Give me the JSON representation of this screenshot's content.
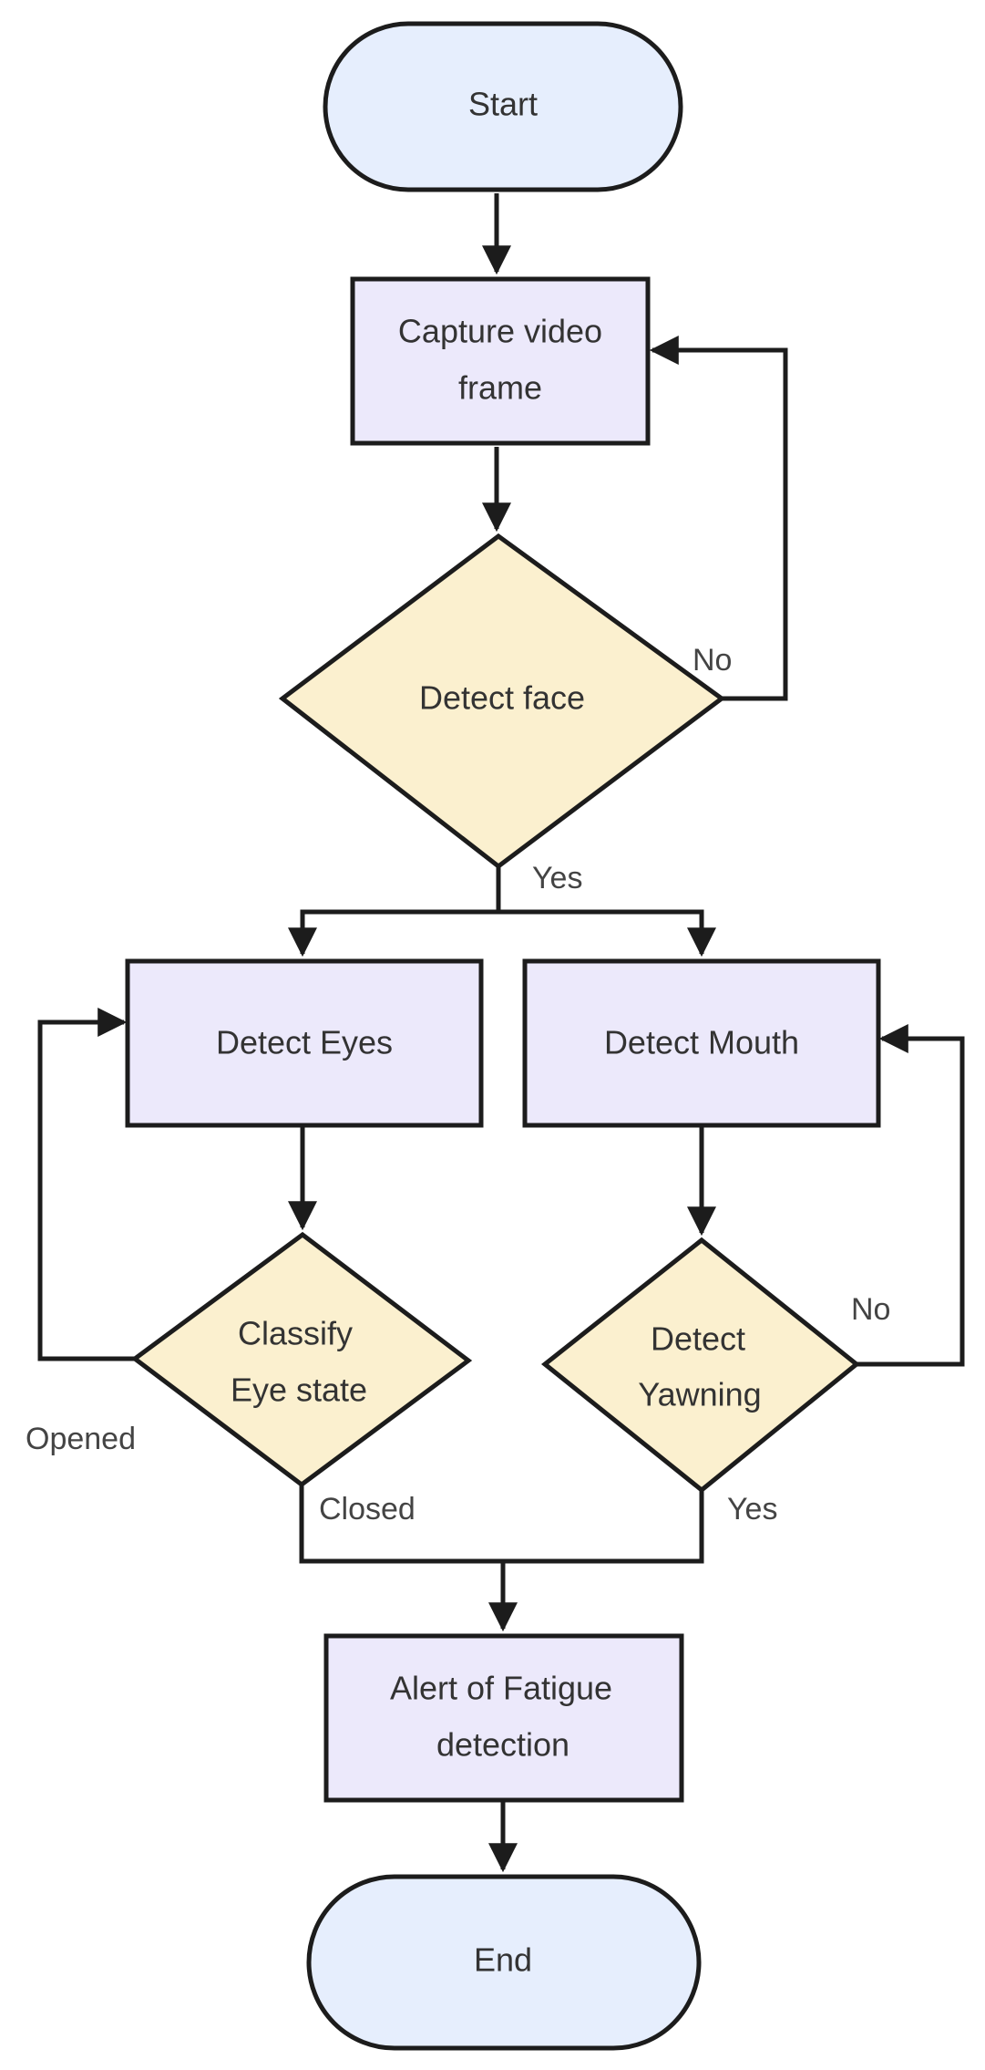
{
  "colors": {
    "terminal_fill": "#e6eefd",
    "process_fill": "#ece9fb",
    "decision_fill": "#fbf0cf",
    "stroke": "#1c1c1c",
    "text": "#333333"
  },
  "nodes": {
    "start": "Start",
    "capture": [
      "Capture video",
      "frame"
    ],
    "detect_face": "Detect face",
    "detect_eyes": "Detect Eyes",
    "detect_mouth": "Detect Mouth",
    "classify_eye": [
      "Classify",
      "Eye state"
    ],
    "detect_yawning": [
      "Detect",
      "Yawning"
    ],
    "alert": [
      "Alert of Fatigue",
      "detection"
    ],
    "end": "End"
  },
  "edge_labels": {
    "face_no": "No",
    "face_yes": "Yes",
    "eye_opened": "Opened",
    "eye_closed": "Closed",
    "yawn_no": "No",
    "yawn_yes": "Yes"
  }
}
